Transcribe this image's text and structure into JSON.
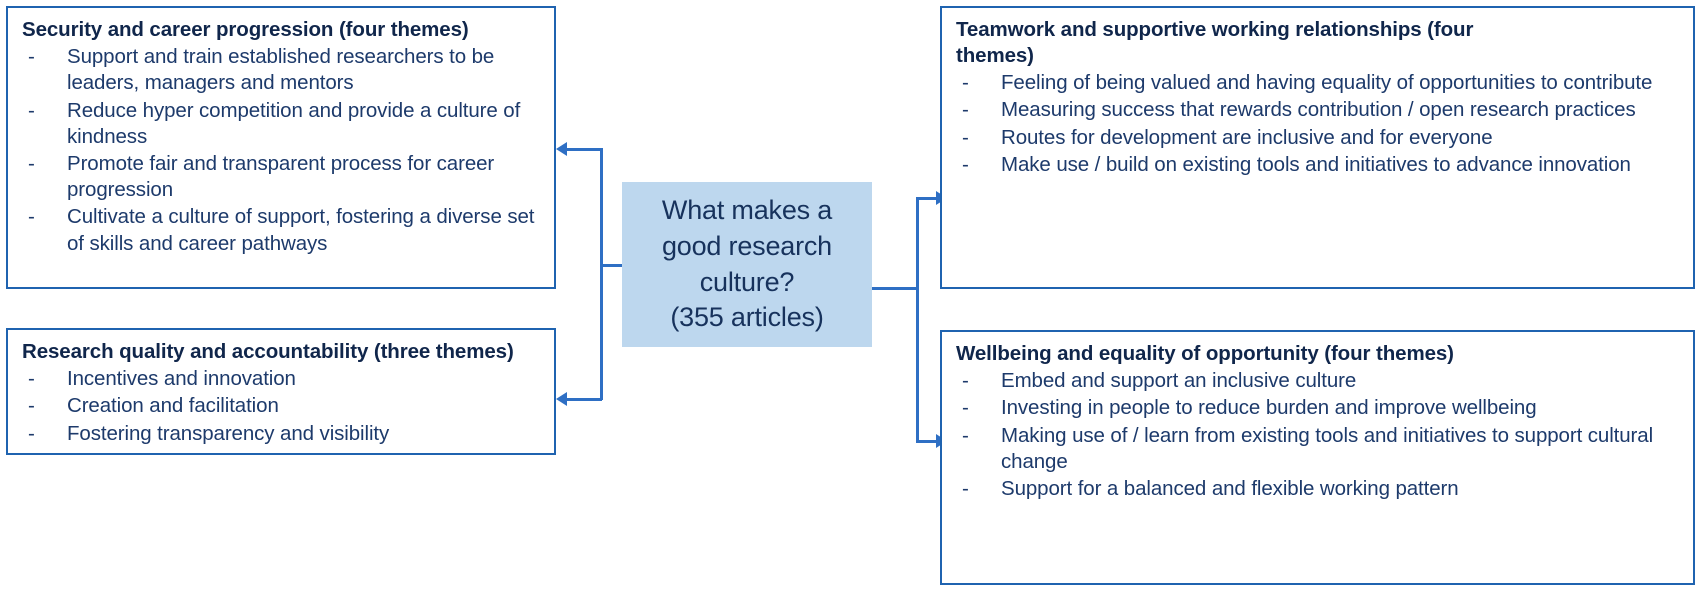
{
  "centre": {
    "name": "central-question",
    "lines": [
      "What makes a",
      "good research",
      "culture?",
      "(355 articles)"
    ],
    "full_text": "What makes a good research culture? (355 articles)",
    "fill_color": "#BDD7EE",
    "text_color": "#17325C"
  },
  "colors": {
    "box_border": "#1F63B0",
    "connector": "#2E6FC4",
    "title_text": "#10264B",
    "body_text": "#1D3A6B",
    "background": "#FFFFFF"
  },
  "boxes": {
    "top_left": {
      "title": "Security and career progression (four themes)",
      "bullet_marker": "-",
      "items": [
        "Support and train established researchers to be leaders, managers and mentors",
        "Reduce hyper competition and provide a culture of kindness",
        "Promote fair and transparent process for career progression",
        "Cultivate a culture of support, fostering a diverse set of skills and career pathways"
      ]
    },
    "bottom_left": {
      "title": "Research quality and accountability (three themes)",
      "bullet_marker": "-",
      "items": [
        "Incentives and innovation",
        "Creation and facilitation",
        "Fostering transparency and visibility"
      ]
    },
    "top_right": {
      "title": "Teamwork and supportive working relationships (four themes)",
      "bullet_marker": "-",
      "items": [
        "Feeling of being valued and having equality of opportunities to contribute",
        "Measuring success that rewards contribution / open research practices",
        "Routes for development are inclusive and for everyone",
        "Make use / build on existing tools and initiatives to advance innovation"
      ]
    },
    "bottom_right": {
      "title": "Wellbeing and equality of opportunity (four themes)",
      "bullet_marker": "-",
      "items": [
        "Embed and support an inclusive culture",
        "Investing in people to reduce burden and improve wellbeing",
        "Making use of / learn from existing tools and initiatives to support cultural change",
        "Support for a balanced and flexible working pattern"
      ]
    }
  }
}
